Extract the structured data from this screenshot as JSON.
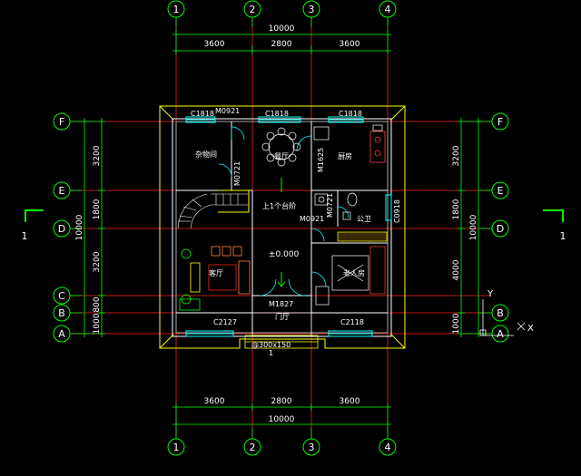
{
  "axes": {
    "columns": [
      "1",
      "2",
      "3",
      "4"
    ],
    "rows": [
      "F",
      "E",
      "D",
      "C",
      "B",
      "A"
    ]
  },
  "dimensions": {
    "top_total": "10000",
    "top_segments": [
      "3600",
      "2800",
      "3600"
    ],
    "bottom_total": "10000",
    "bottom_segments": [
      "3600",
      "2800",
      "3600"
    ],
    "left_segments": [
      "3200",
      "1800",
      "3200",
      "800",
      "1000"
    ],
    "left_total": "10000",
    "right_segments": [
      "3200",
      "1800",
      "4000",
      "1000"
    ],
    "right_total": "10000"
  },
  "openings": {
    "window_top_left": "C1818",
    "door_top_left": "M0921",
    "window_top_mid": "C1818",
    "window_top_right": "C1818",
    "door_m0721_left": "M0721",
    "door_m1625": "M1625",
    "door_m0921_right": "M0921",
    "door_m0721_right": "M0721",
    "window_c0918": "C0918",
    "door_m1827": "M1827",
    "window_c2127": "C2127",
    "window_c2118": "C2118"
  },
  "rooms": {
    "storage": "杂物间",
    "dining": "餐厅",
    "kitchen": "厨房",
    "stair_note": "上1个台阶",
    "bathroom": "公卫",
    "living": "客厅",
    "elevation": "±0.000",
    "bedroom": "老人房",
    "entry": "门厅",
    "step_note": "@300x150"
  },
  "markers": {
    "section_left": "1",
    "section_right": "1",
    "bottom_tick": "1",
    "ucs_y": "Y",
    "ucs_x": "X"
  },
  "colors": {
    "background": "#000000",
    "axis_line": "#ff0000",
    "dimension": "#00ff00",
    "wall": "#ffff00",
    "window": "#00ffff",
    "furniture": "#ff00ff",
    "text": "#ffffff"
  }
}
